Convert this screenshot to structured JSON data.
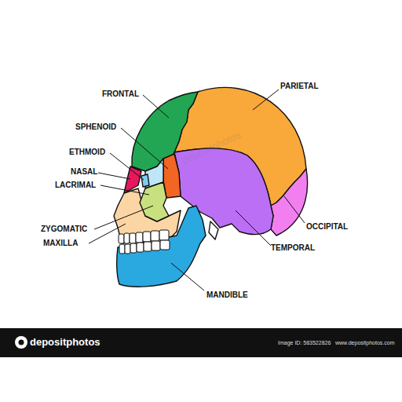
{
  "diagram": {
    "labels": [
      "FRONTAL",
      "PARIETAL",
      "SPHENOID",
      "ETHMOID",
      "NASAL",
      "LACRIMAL",
      "ZYGOMATIC",
      "MAXILLA",
      "OCCIPITAL",
      "TEMPORAL",
      "MANDIBLE",
      "depositphotos",
      "depositphotos",
      "Image ID: 583522826",
      "www.depositphotos.com"
    ]
  }
}
